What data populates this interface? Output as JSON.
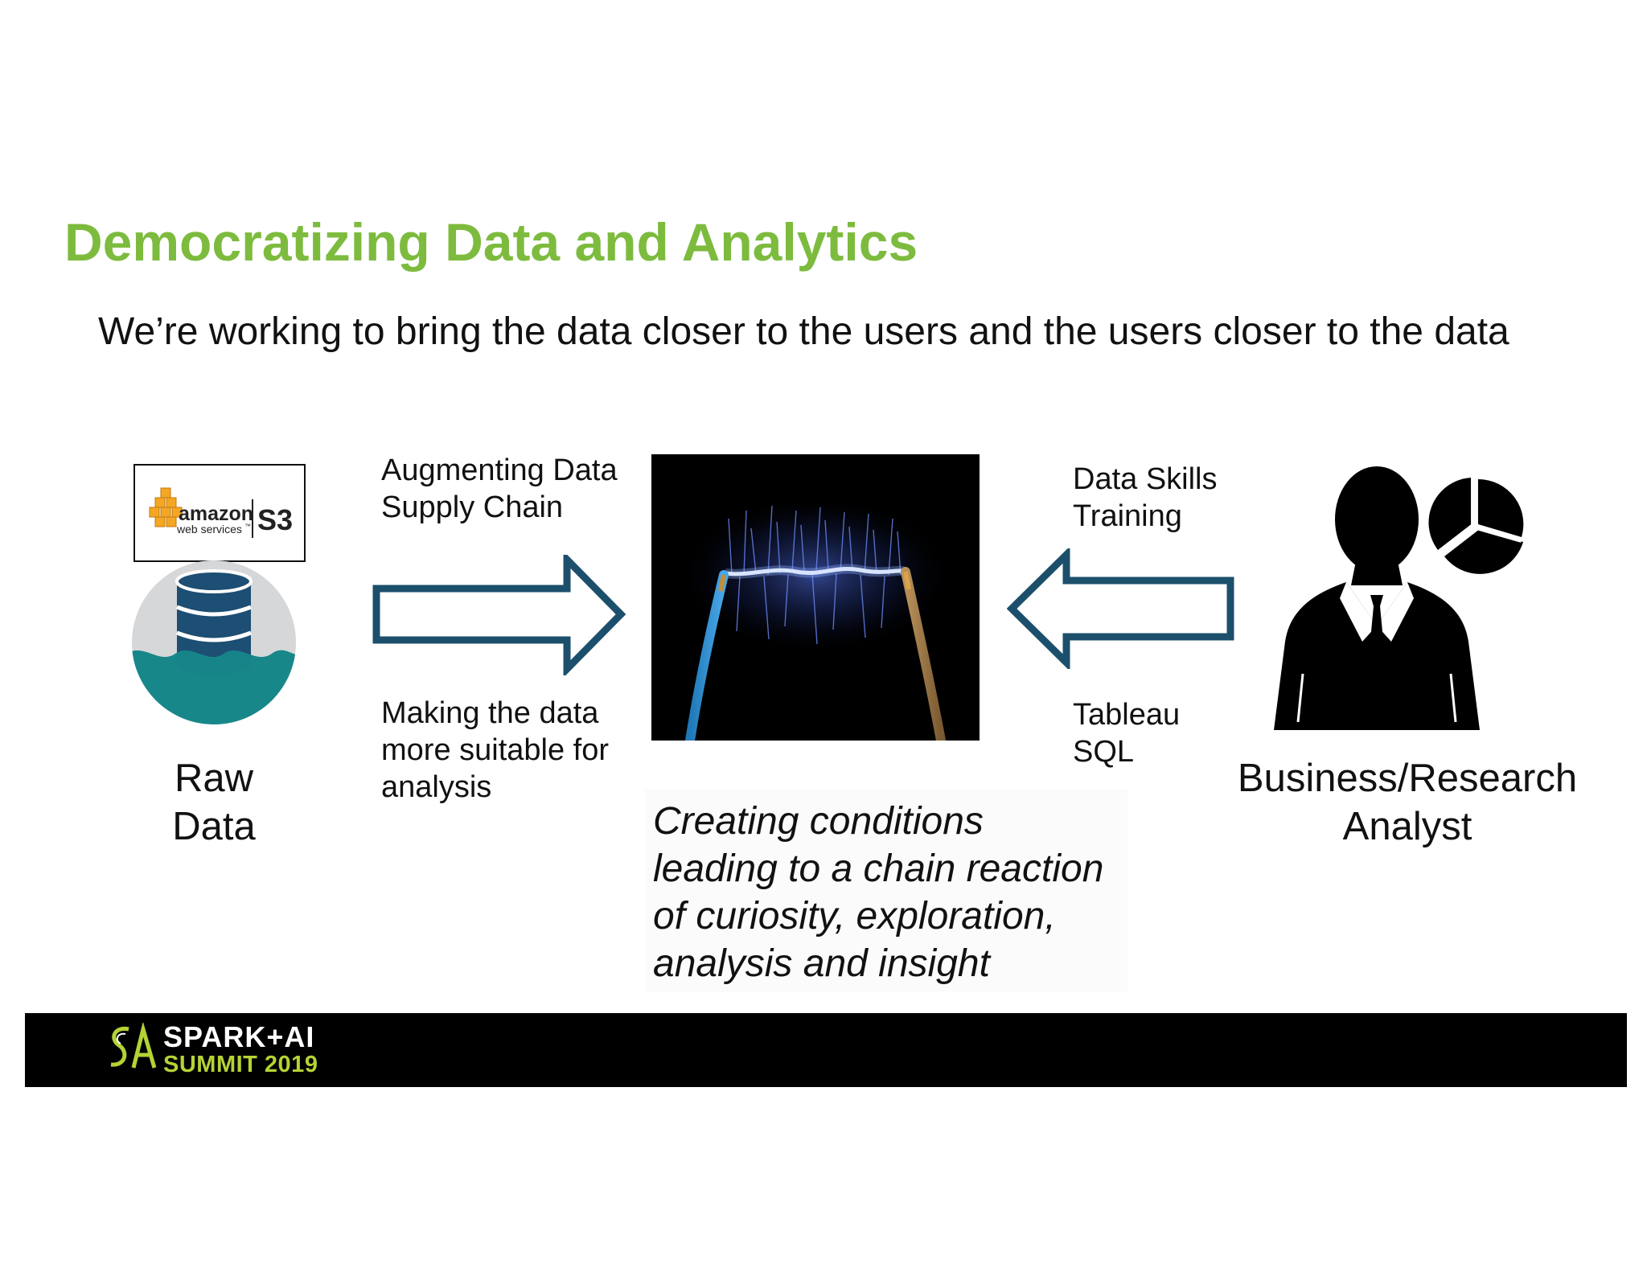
{
  "slide": {
    "title": "Democratizing Data and Analytics",
    "subtitle": "We’re working to bring the data closer to the users and the users closer to the data"
  },
  "raw_data": {
    "line1": "Raw",
    "line2": "Data",
    "logo": {
      "amazon": "amazon",
      "webservices": "web services",
      "tm": "™",
      "s3": "S3"
    }
  },
  "left_arrow_labels": {
    "top_line1": "Augmenting Data",
    "top_line2": "Supply Chain",
    "bottom_line1": "Making the data",
    "bottom_line2": "more suitable for",
    "bottom_line3": "analysis"
  },
  "right_arrow_labels": {
    "top_line1": "Data Skills",
    "top_line2": "Training",
    "bottom_line1": "Tableau",
    "bottom_line2": "SQL"
  },
  "analyst": {
    "line1": "Business/Research",
    "line2": "Analyst"
  },
  "quote": {
    "line1": "Creating conditions",
    "line2": "leading to a chain reaction",
    "line3": "of curiosity, exploration,",
    "line4": "analysis and insight"
  },
  "footer": {
    "logo_line1": "SPARK+AI",
    "logo_line2": "SUMMIT 2019"
  },
  "colors": {
    "title_green": "#7dbb3e",
    "arrow_blue": "#1c4f6b",
    "db_blue": "#1d4e73",
    "water_teal": "#17878a",
    "footer_bg": "#000000",
    "logo_green": "#b4d334",
    "aws_orange": "#f5a623"
  }
}
